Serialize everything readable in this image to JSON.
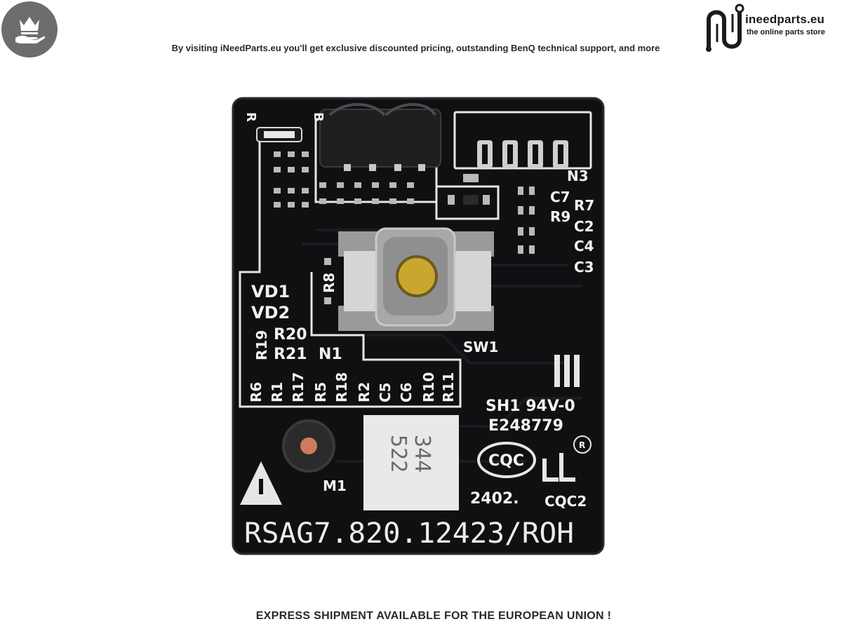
{
  "header": {
    "tagline": "By visiting iNeedParts.eu you'll get exclusive discounted pricing, outstanding BenQ technical support, and more",
    "brand_name": "ineedparts.eu",
    "brand_tagline": "the online parts store",
    "badge_icon": "crown-hand-icon"
  },
  "board": {
    "part_number": "RSAG7.820.12423/ROH",
    "labels_top": [
      "R",
      "B"
    ],
    "connector_label": "N3",
    "cap_res_right": [
      "C7",
      "R7",
      "R9",
      "C2",
      "C4",
      "C3"
    ],
    "left_block": [
      "VD1",
      "VD2",
      "R19",
      "R20",
      "R21",
      "N1"
    ],
    "r8": "R8",
    "switch_label": "SW1",
    "bottom_row": [
      "R6",
      "R1",
      "R17",
      "R5",
      "R18",
      "R2",
      "C5",
      "C6",
      "R10",
      "R11"
    ],
    "rating": "SH1 94V-0",
    "cert": "E248779",
    "cqc": "CQC",
    "cqc2": "CQC2",
    "date_code": "2402.",
    "sticker_line1": "344",
    "sticker_line2": "522",
    "mic_label": "M1",
    "registered": "R"
  },
  "footer": {
    "banner": "EXPRESS SHIPMENT AVAILABLE FOR THE EUROPEAN UNION !"
  }
}
